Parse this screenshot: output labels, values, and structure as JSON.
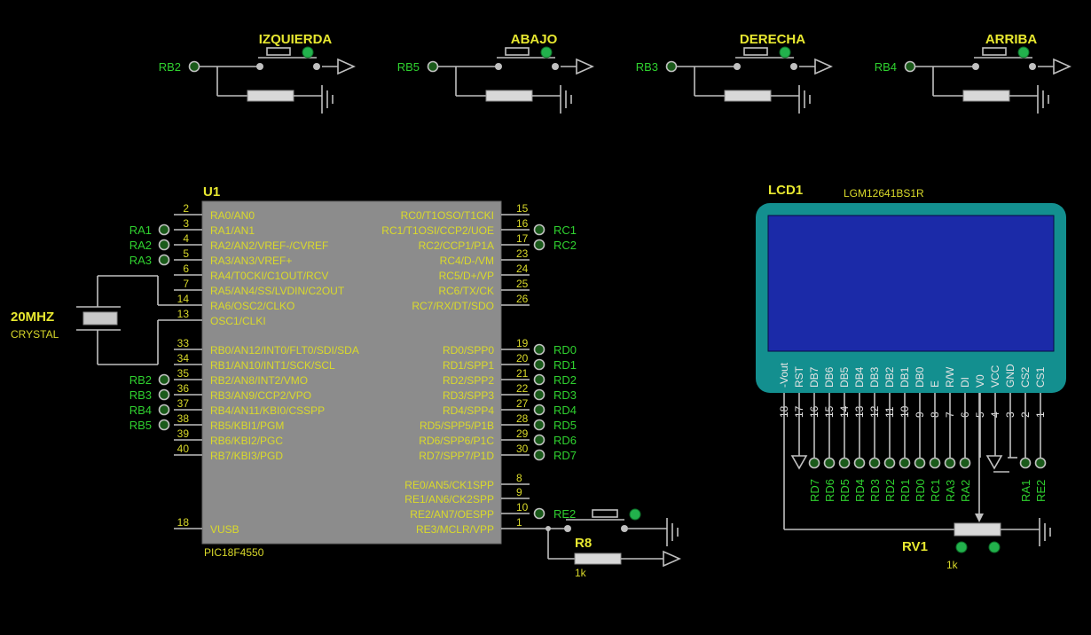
{
  "buttons": [
    {
      "label": "IZQUIERDA",
      "net": "RB2"
    },
    {
      "label": "ABAJO",
      "net": "RB5"
    },
    {
      "label": "DERECHA",
      "net": "RB3"
    },
    {
      "label": "ARRIBA",
      "net": "RB4"
    }
  ],
  "mcu": {
    "ref": "U1",
    "part": "PIC18F4550",
    "left_pins": [
      {
        "num": "2",
        "name": "RA0/AN0",
        "net": ""
      },
      {
        "num": "3",
        "name": "RA1/AN1",
        "net": "RA1"
      },
      {
        "num": "4",
        "name": "RA2/AN2/VREF-/CVREF",
        "net": "RA2"
      },
      {
        "num": "5",
        "name": "RA3/AN3/VREF+",
        "net": "RA3"
      },
      {
        "num": "6",
        "name": "RA4/T0CKI/C1OUT/RCV",
        "net": ""
      },
      {
        "num": "7",
        "name": "RA5/AN4/SS/LVDIN/C2OUT",
        "net": ""
      },
      {
        "num": "14",
        "name": "RA6/OSC2/CLKO",
        "net": ""
      },
      {
        "num": "13",
        "name": "OSC1/CLKI",
        "net": ""
      },
      {
        "num": "33",
        "name": "RB0/AN12/INT0/FLT0/SDI/SDA",
        "net": ""
      },
      {
        "num": "34",
        "name": "RB1/AN10/INT1/SCK/SCL",
        "net": ""
      },
      {
        "num": "35",
        "name": "RB2/AN8/INT2/VMO",
        "net": "RB2"
      },
      {
        "num": "36",
        "name": "RB3/AN9/CCP2/VPO",
        "net": "RB3"
      },
      {
        "num": "37",
        "name": "RB4/AN11/KBI0/CSSPP",
        "net": "RB4"
      },
      {
        "num": "38",
        "name": "RB5/KBI1/PGM",
        "net": "RB5"
      },
      {
        "num": "39",
        "name": "RB6/KBI2/PGC",
        "net": ""
      },
      {
        "num": "40",
        "name": "RB7/KBI3/PGD",
        "net": ""
      },
      {
        "num": "18",
        "name": "VUSB",
        "net": ""
      }
    ],
    "right_pins": [
      {
        "num": "15",
        "name": "RC0/T1OSO/T1CKI",
        "net": ""
      },
      {
        "num": "16",
        "name": "RC1/T1OSI/CCP2/UOE",
        "net": "RC1"
      },
      {
        "num": "17",
        "name": "RC2/CCP1/P1A",
        "net": "RC2"
      },
      {
        "num": "23",
        "name": "RC4/D-/VM",
        "net": ""
      },
      {
        "num": "24",
        "name": "RC5/D+/VP",
        "net": ""
      },
      {
        "num": "25",
        "name": "RC6/TX/CK",
        "net": ""
      },
      {
        "num": "26",
        "name": "RC7/RX/DT/SDO",
        "net": ""
      },
      {
        "num": "19",
        "name": "RD0/SPP0",
        "net": "RD0"
      },
      {
        "num": "20",
        "name": "RD1/SPP1",
        "net": "RD1"
      },
      {
        "num": "21",
        "name": "RD2/SPP2",
        "net": "RD2"
      },
      {
        "num": "22",
        "name": "RD3/SPP3",
        "net": "RD3"
      },
      {
        "num": "27",
        "name": "RD4/SPP4",
        "net": "RD4"
      },
      {
        "num": "28",
        "name": "RD5/SPP5/P1B",
        "net": "RD5"
      },
      {
        "num": "29",
        "name": "RD6/SPP6/P1C",
        "net": "RD6"
      },
      {
        "num": "30",
        "name": "RD7/SPP7/P1D",
        "net": "RD7"
      },
      {
        "num": "8",
        "name": "RE0/AN5/CK1SPP",
        "net": ""
      },
      {
        "num": "9",
        "name": "RE1/AN6/CK2SPP",
        "net": ""
      },
      {
        "num": "10",
        "name": "RE2/AN7/OESPP",
        "net": "RE2"
      },
      {
        "num": "1",
        "name": "RE3/MCLR/VPP",
        "net": ""
      }
    ]
  },
  "crystal": {
    "value": "20MHZ",
    "type": "CRYSTAL"
  },
  "reset_resistor": {
    "ref": "R8",
    "value": "1k"
  },
  "lcd": {
    "ref": "LCD1",
    "part": "LGM12641BS1R",
    "screen_color": "#1b2aa8",
    "bezel_color": "#138f8f",
    "pins": [
      {
        "label": "-Vout",
        "num": "18",
        "net": ""
      },
      {
        "label": "RST",
        "num": "17",
        "net": ""
      },
      {
        "label": "DB7",
        "num": "16",
        "net": "RD7"
      },
      {
        "label": "DB6",
        "num": "15",
        "net": "RD6"
      },
      {
        "label": "DB5",
        "num": "14",
        "net": "RD5"
      },
      {
        "label": "DB4",
        "num": "13",
        "net": "RD4"
      },
      {
        "label": "DB3",
        "num": "12",
        "net": "RD3"
      },
      {
        "label": "DB2",
        "num": "11",
        "net": "RD2"
      },
      {
        "label": "DB1",
        "num": "10",
        "net": "RD1"
      },
      {
        "label": "DB0",
        "num": "9",
        "net": "RD0"
      },
      {
        "label": "E",
        "num": "8",
        "net": "RC1"
      },
      {
        "label": "R/W",
        "num": "7",
        "net": "RA3"
      },
      {
        "label": "DI",
        "num": "6",
        "net": "RA2"
      },
      {
        "label": "V0",
        "num": "5",
        "net": ""
      },
      {
        "label": "VCC",
        "num": "4",
        "net": ""
      },
      {
        "label": "GND",
        "num": "3",
        "net": ""
      },
      {
        "label": "CS2",
        "num": "2",
        "net": "RA1"
      },
      {
        "label": "CS1",
        "num": "1",
        "net": "RE2"
      }
    ]
  },
  "pot": {
    "ref": "RV1",
    "value": "1k"
  },
  "colors": {
    "background": "#000000",
    "net_label": "#2fd12f",
    "component_text": "#dada2a",
    "wire": "#c0c0c0",
    "chip_body": "#8c8c8c"
  }
}
